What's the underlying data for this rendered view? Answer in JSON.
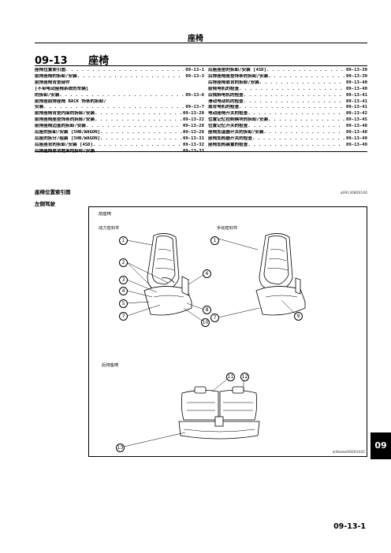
{
  "header": {
    "title": "座椅"
  },
  "chapter": {
    "number": "09-13",
    "title": "座椅"
  },
  "toc": {
    "left": [
      {
        "title": "座椅位置索引图",
        "page": "09-13-1"
      },
      {
        "title": "前排座椅的拆卸/安装",
        "page": "09-13-3"
      },
      {
        "title": "前排座椅背垫部件",
        "page": ""
      },
      {
        "title": "[不带电动座椅系统的车辆]",
        "page": ""
      },
      {
        "title": "的拆卸/安装",
        "page": "09-13-6"
      },
      {
        "title": "前排座前排座椅 BACK 饰条的拆卸/",
        "page": ""
      },
      {
        "title": "安装",
        "page": "09-13-7"
      },
      {
        "title": "前排座椅背垫内架的拆卸/安装",
        "page": "09-13-20"
      },
      {
        "title": "前排座椅座垫饰条的拆卸/安装",
        "page": "09-13-22"
      },
      {
        "title": "前排座椅边盖的拆卸/安装",
        "page": "09-13-28"
      },
      {
        "title": "后座的拆卸/安装 [5HB/WAGON]",
        "page": "09-13-28"
      },
      {
        "title": "后座的拆分/组装 [5HB/WAGON]",
        "page": "09-13-31"
      },
      {
        "title": "后座座背的拆卸/安装 [4SD]",
        "page": "09-13-32"
      },
      {
        "title": "后排座椅靠背框架的拆卸/安装",
        "page": "09-13-33"
      }
    ],
    "right": [
      {
        "title": "后座座垫的拆卸/安装 [4SD]",
        "page": "09-13-39"
      },
      {
        "title": "后排座椅座垫饰条的拆卸/安装",
        "page": "09-13-39"
      },
      {
        "title": "后排座椅靠背的拆卸/安装",
        "page": "09-13-40"
      },
      {
        "title": "前倾电机的检查",
        "page": "09-13-40"
      },
      {
        "title": "后倾斜电机的检查",
        "page": "09-13-41"
      },
      {
        "title": "滑动电动机的检查",
        "page": "09-13-41"
      },
      {
        "title": "靠背电机的检查",
        "page": "09-13-41"
      },
      {
        "title": "电动座椅开关的检查",
        "page": "09-13-42"
      },
      {
        "title": "位置记忆控制模块的拆卸/安装",
        "page": "09-13-45"
      },
      {
        "title": "位置记忆开关的检查",
        "page": "09-13-48"
      },
      {
        "title": "座椅加温器开关的拆卸/安装",
        "page": "09-13-48"
      },
      {
        "title": "座椅加热器开关的检查",
        "page": "09-13-49"
      },
      {
        "title": "座椅加热装置的检查",
        "page": "09-13-49"
      }
    ]
  },
  "section": {
    "title": "座椅位置索引图",
    "image_code": "a09130800100",
    "subtitle": "左侧驾驶"
  },
  "figure": {
    "front_label": "前座椅",
    "power_label": "动力密封件",
    "manual_label": "手动密封件",
    "rear_label": "后排座椅",
    "code": "ar8www00003442",
    "callouts": [
      "1",
      "2",
      "3",
      "4",
      "5",
      "6",
      "7",
      "8",
      "9",
      "10",
      "11",
      "12",
      "13"
    ]
  },
  "side_tab": "09",
  "page_number": "09-13-1"
}
